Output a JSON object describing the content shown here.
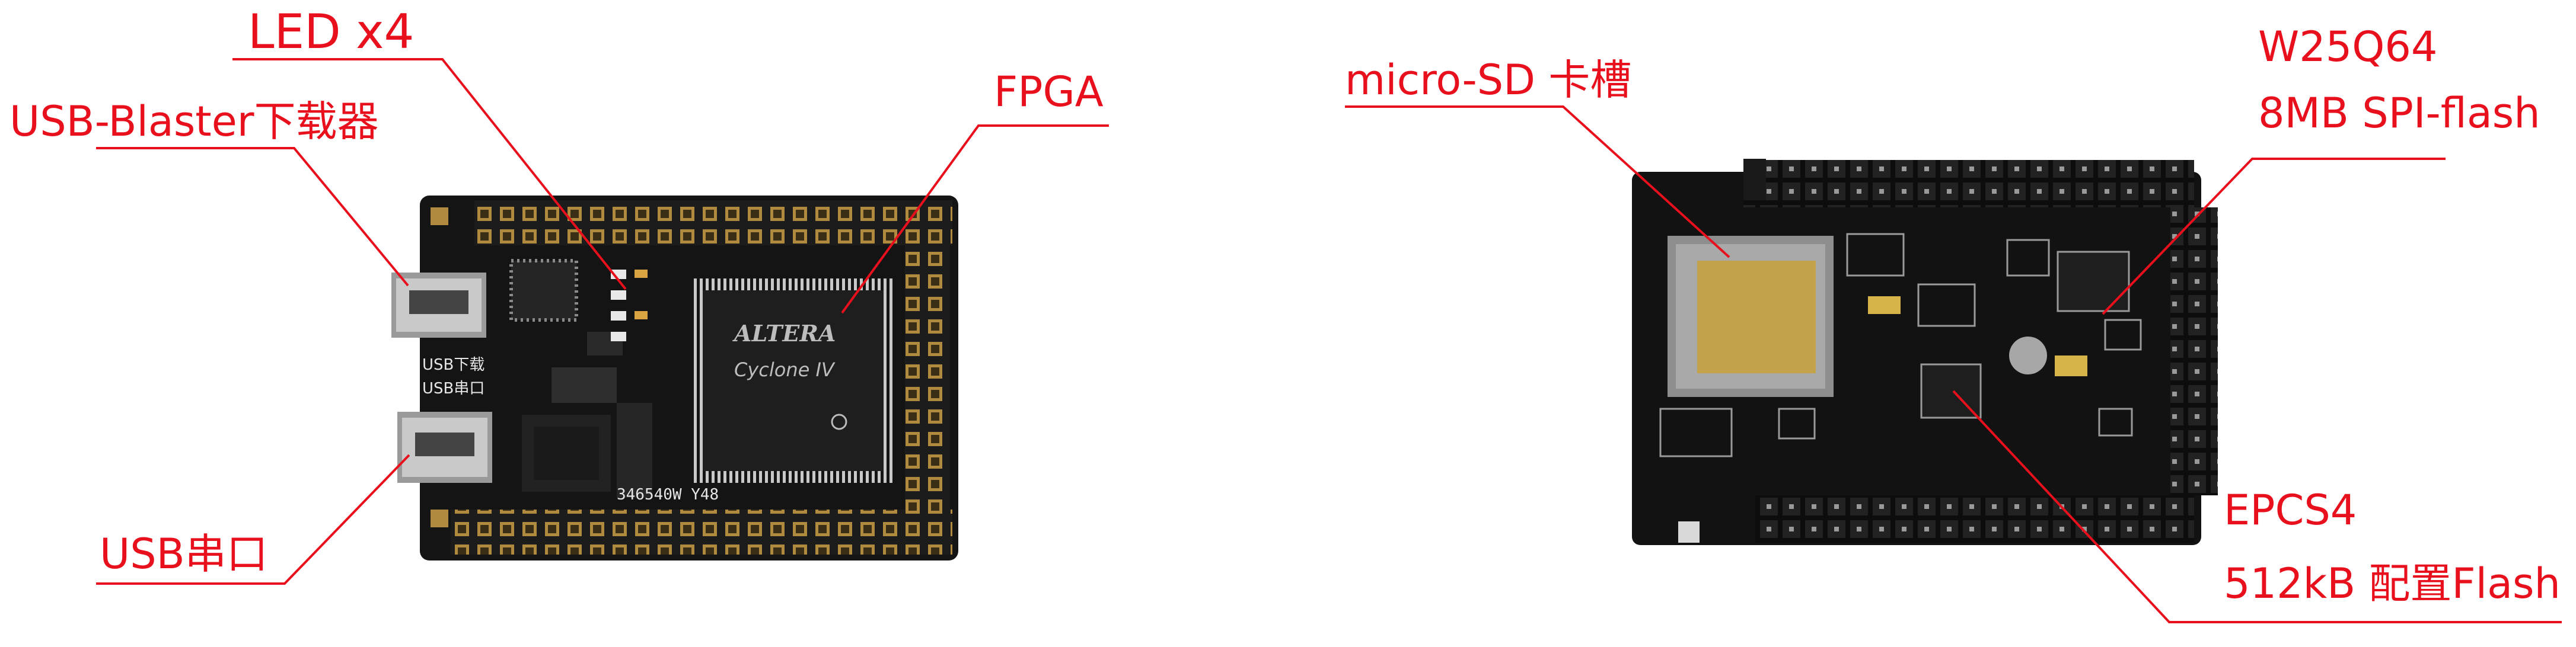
{
  "annotations": {
    "led": "LED x4",
    "usb_blaster": "USB-Blaster下载器",
    "usb_serial": "USB串口",
    "fpga": "FPGA",
    "microsd": "micro-SD 卡槽",
    "flash_line1": "W25Q64",
    "flash_line2": "8MB SPI-flash",
    "epcs_line1": "EPCS4",
    "epcs_line2": "512kB 配置Flash"
  },
  "board_front": {
    "chip_brand": "ALTERA",
    "chip_family": "Cyclone IV",
    "silk_usb_download": "USB下载",
    "silk_usb_serial": "USB串口",
    "silk_board_id": "346540W Y48"
  },
  "colors": {
    "annotation": "#e8101c",
    "pcb": "#141414",
    "header_gold": "#b08a3e"
  }
}
